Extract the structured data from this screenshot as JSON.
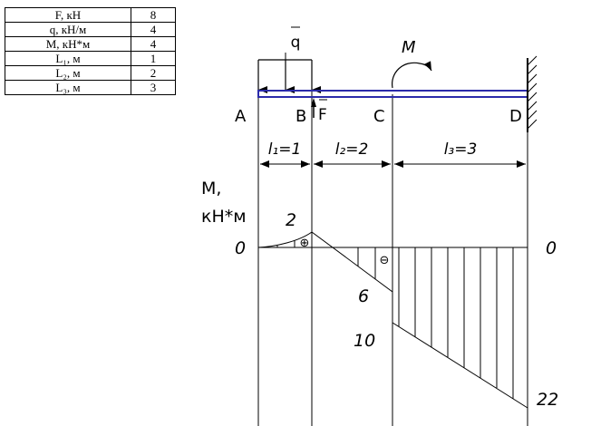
{
  "params_table": {
    "rows": [
      {
        "name": "F, кН",
        "value": "8"
      },
      {
        "name": "q, кН/м",
        "value": "4"
      },
      {
        "name": "M, кН*м",
        "value": "4"
      },
      {
        "name": "L₁, м",
        "value": "1"
      },
      {
        "name": "L₂, м",
        "value": "2"
      },
      {
        "name": "L₃, м",
        "value": "3"
      }
    ]
  },
  "beam": {
    "load_q_label": "q",
    "moment_label": "M",
    "force_label": "F",
    "points": [
      "A",
      "B",
      "C",
      "D"
    ],
    "color": "#2b2baa"
  },
  "spans": [
    {
      "label": "l₁=1"
    },
    {
      "label": "l₂=2"
    },
    {
      "label": "l₃=3"
    }
  ],
  "diagram": {
    "axis_label_line1": "M,",
    "axis_label_line2": "кН*м",
    "zero_left": "0",
    "zero_right": "0",
    "plus_sign": "⊕",
    "minus_sign": "⊖",
    "values": [
      {
        "label": "2"
      },
      {
        "label": "6"
      },
      {
        "label": "10"
      },
      {
        "label": "22"
      }
    ]
  }
}
